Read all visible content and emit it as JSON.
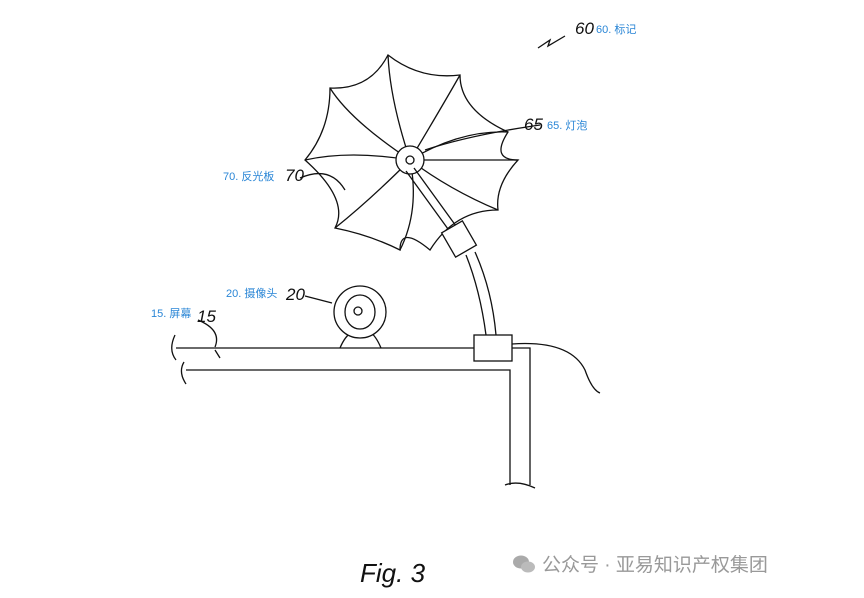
{
  "figure": {
    "caption": "Fig. 3"
  },
  "labels": [
    {
      "num": "60",
      "text": "60. 标记"
    },
    {
      "num": "65",
      "text": "65. 灯泡"
    },
    {
      "num": "70",
      "text": "70. 反光板"
    },
    {
      "num": "20",
      "text": "20. 摄像头"
    },
    {
      "num": "15",
      "text": "15. 屏幕"
    }
  ],
  "watermark": {
    "text": "公众号 · 亚易知识产权集团",
    "icon": "wechat-icon"
  },
  "colors": {
    "label": "#2a86d6",
    "line": "#111111",
    "watermark": "#999999"
  }
}
